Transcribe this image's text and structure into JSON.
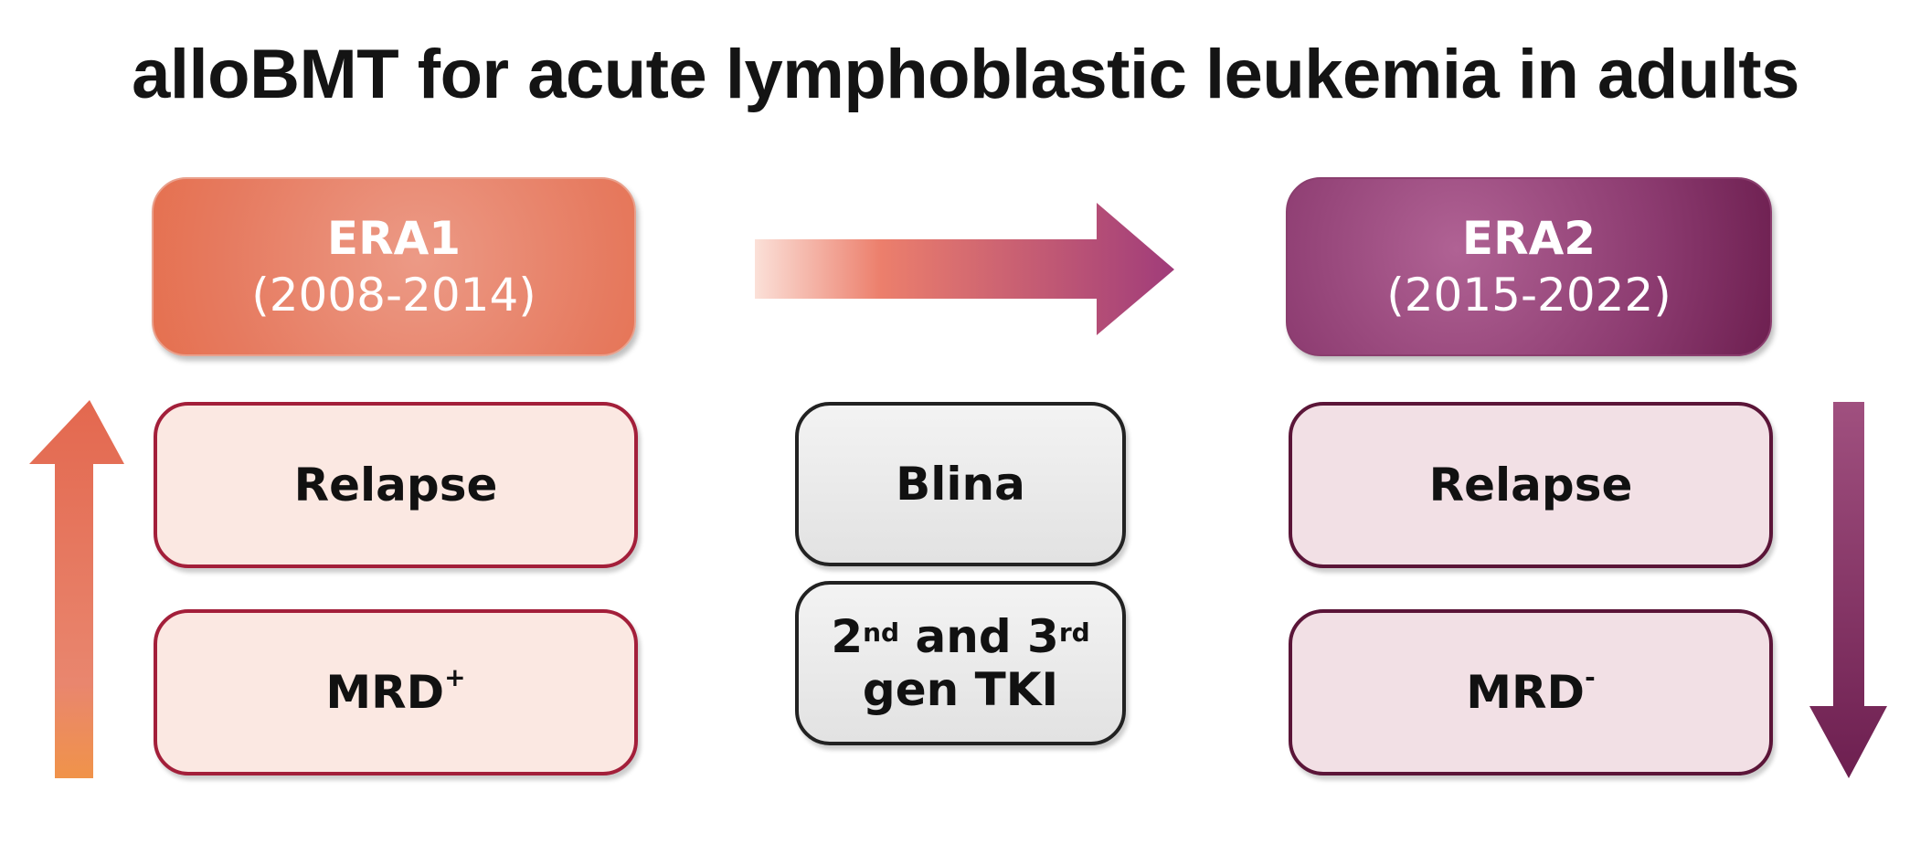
{
  "title": "alloBMT for acute lymphoblastic leukemia in adults",
  "era1": {
    "name": "ERA1",
    "years": "(2008-2014)"
  },
  "era2": {
    "name": "ERA2",
    "years": "(2015-2022)"
  },
  "left_column": {
    "relapse": "Relapse",
    "mrd": "MRD",
    "mrd_sup": "+"
  },
  "middle_column": {
    "blina": "Blina",
    "tki_a": "2",
    "tki_a_sup": "nd",
    "tki_b": " and 3",
    "tki_b_sup": "rd",
    "tki_c": "gen TKI"
  },
  "right_column": {
    "relapse": "Relapse",
    "mrd": "MRD",
    "mrd_sup": "-"
  },
  "colors": {
    "era1": "#e67a5f",
    "era2": "#8c3b70",
    "grey": "#e8e8e8"
  }
}
